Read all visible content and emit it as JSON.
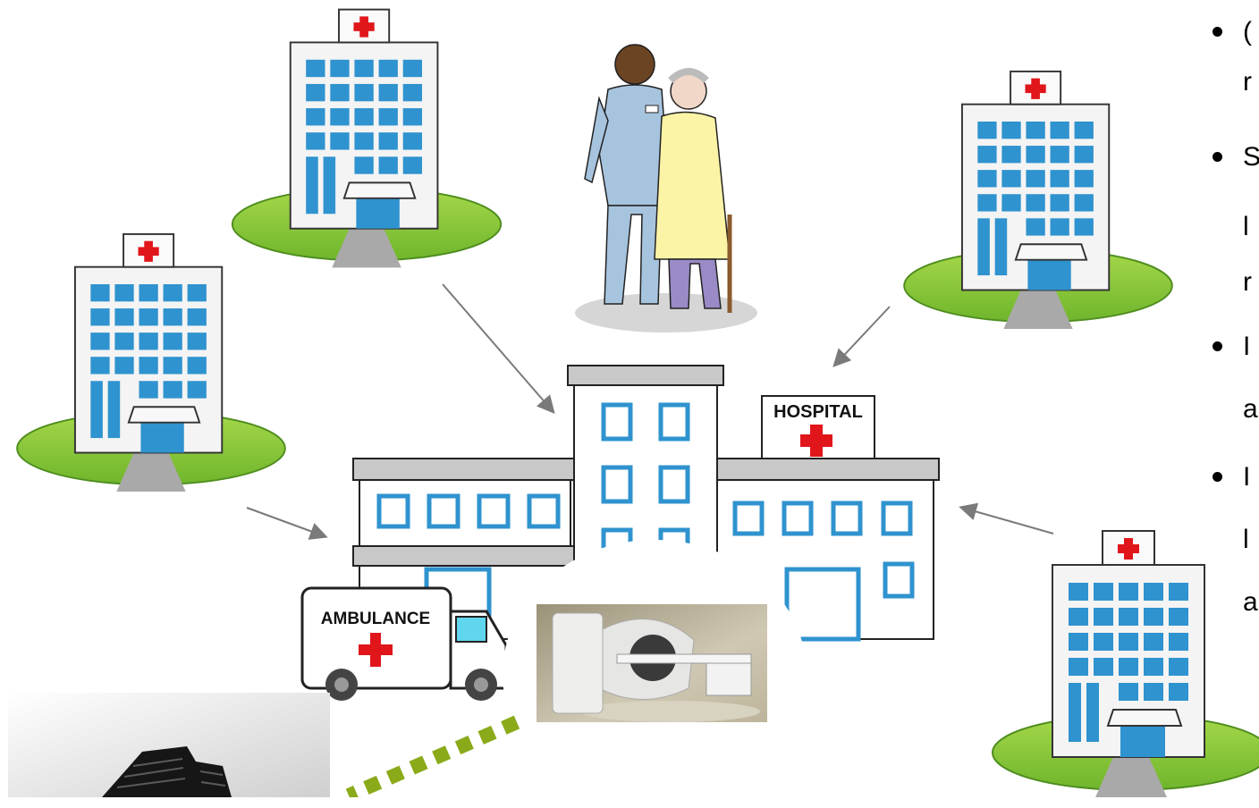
{
  "labels": {
    "hospital_sign": "HOSPITAL",
    "ambulance": "AMBULANCE"
  },
  "bullets": [
    {
      "lines": [
        "(",
        "r"
      ]
    },
    {
      "lines": [
        "S",
        "l",
        "r"
      ]
    },
    {
      "lines": [
        "I",
        "a"
      ]
    },
    {
      "lines": [
        "I",
        "l",
        "a"
      ]
    }
  ],
  "icons": {
    "small_hospital": "small-hospital-icon",
    "main_hospital": "main-hospital-icon",
    "ambulance": "ambulance-icon",
    "patient": "caregiver-patient-illustration",
    "machine": "radiotherapy-machine-photo",
    "tower": "office-tower-photo"
  },
  "colors": {
    "window_blue": "#3aa0d8",
    "roof_grey": "#c8c8c8",
    "lawn_green": "#8cc63f",
    "cross_red": "#e0161b",
    "arrow_grey": "#7a7a7a",
    "dotted_green": "#8aaa1a"
  }
}
